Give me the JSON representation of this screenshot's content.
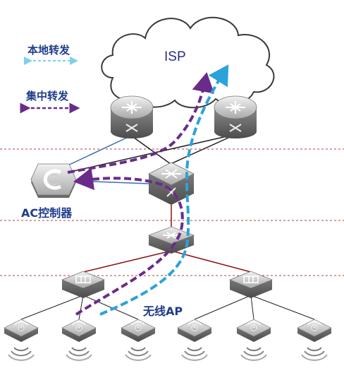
{
  "legend": {
    "local_forwarding": {
      "label": "本地转发",
      "color": "#5ec3e6"
    },
    "centralized_forwarding": {
      "label": "集中转发",
      "color": "#6a2c8a"
    }
  },
  "cloud": {
    "label": "ISP"
  },
  "ac_controller": {
    "label": "AC控制器"
  },
  "ap_group": {
    "label": "无线AP"
  },
  "colors": {
    "local_path": "#2ba3d8",
    "central_path": "#6a2c8a",
    "layer_divider": "#b04040",
    "blue_link": "#3a6fb0",
    "dark_link": "#222222",
    "red_link": "#8a1010"
  },
  "icons": {
    "router": "router-icon",
    "core_switch": "core-switch-icon",
    "access_switch": "access-switch-icon",
    "ac_controller": "ac-controller-icon",
    "wireless_ap": "wireless-ap-icon"
  }
}
